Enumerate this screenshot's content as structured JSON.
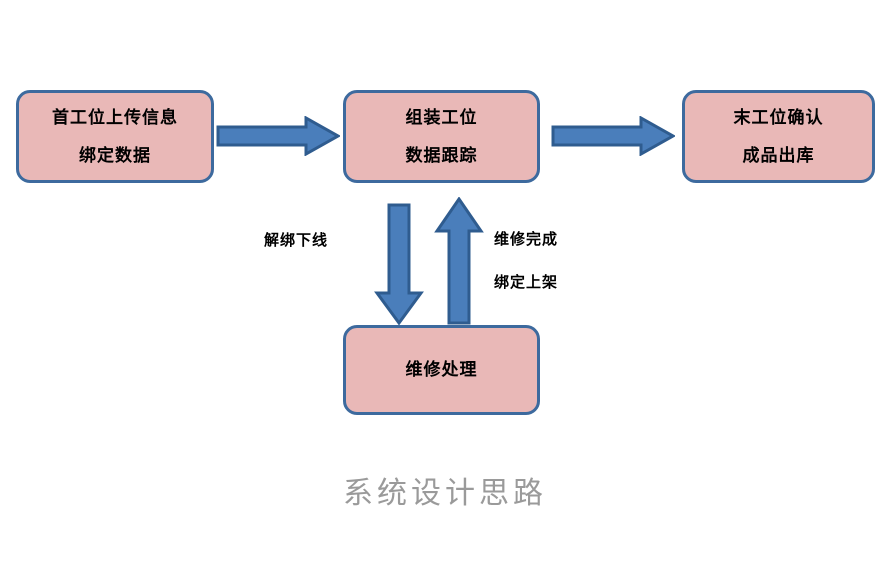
{
  "caption": "系统设计思路",
  "colors": {
    "node_fill": "#e9b8b7",
    "node_border": "#3d6a9e",
    "arrow_fill": "#4a7ebb",
    "arrow_border": "#2f5c8f",
    "caption_text": "#9a9a9a",
    "label_text": "#000000",
    "background": "#ffffff"
  },
  "nodes": {
    "first_station": {
      "line1": "首工位上传信息",
      "line2": "绑定数据"
    },
    "assembly_station": {
      "line1": "组装工位",
      "line2": "数据跟踪"
    },
    "last_station": {
      "line1": "末工位确认",
      "line2": "成品出库"
    },
    "repair": {
      "line1": "维修处理"
    }
  },
  "edges": [
    {
      "name": "first-to-assembly",
      "direction": "right",
      "label": ""
    },
    {
      "name": "assembly-to-last",
      "direction": "right",
      "label": ""
    },
    {
      "name": "assembly-to-repair",
      "direction": "down",
      "label": "解绑下线"
    },
    {
      "name": "repair-to-assembly",
      "direction": "up",
      "label_line1": "维修完成",
      "label_line2": "绑定上架"
    }
  ],
  "edge_labels": {
    "unbind_offline": "解绑下线",
    "repair_done": "维修完成",
    "rebind_online": "绑定上架"
  }
}
